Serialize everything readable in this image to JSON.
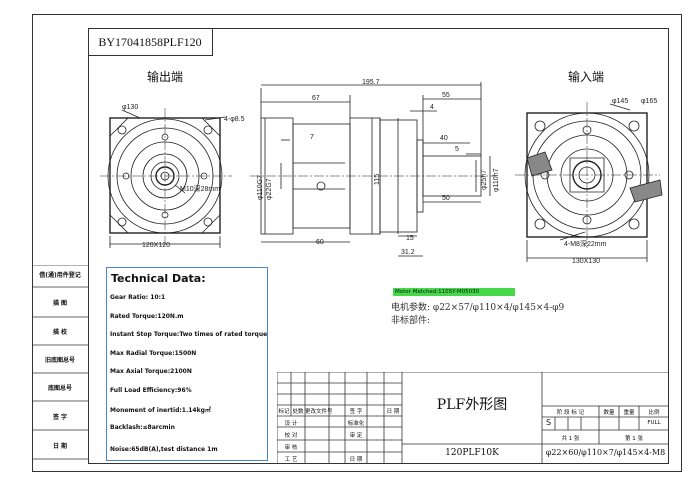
{
  "drawing_number": "BY17041858PLF120",
  "views": {
    "output_label": "输出端",
    "input_label": "输入端"
  },
  "dims": {
    "phi130": "φ130",
    "hole85": "4-φ8.5",
    "m10": "M10深28mm",
    "sq120": "120X120",
    "d195": "195.7",
    "d67": "67",
    "d7": "7",
    "d60": "60",
    "d22g7": "φ22G7",
    "d110g7": "φ110G7",
    "d115": "115",
    "d55": "55",
    "d4": "4",
    "d40": "40",
    "d5": "5",
    "d50": "50",
    "d15": "15",
    "d312": "31.2",
    "d25h7": "φ25h7",
    "d110h7": "φ110h7",
    "phi145": "φ145",
    "phi165": "φ165",
    "m8": "4-M8深22mm",
    "sq130": "130X130"
  },
  "left_column": [
    "借(通)用件登记",
    "描 图",
    "描 校",
    "旧底图总号",
    "底图总号",
    "签 字",
    "日 期"
  ],
  "tech": {
    "title": "Technical Data:",
    "rows": [
      "Gear Ratio:  10:1",
      "Rated Torque:120N.m",
      "Instant Stop Torque:Two times of rated torque",
      "Max Radial Torque:1500N",
      "Max Axial Torque:2100N",
      "Full Load Efficiency:96%",
      "Monement of inertid:1.14kg㎡",
      "Backlash:≤8arcmin",
      "Noise:65dB(A),test distance 1m"
    ]
  },
  "motor": "Motor Matched:110SY-M05030",
  "params": "电机参数: φ22×57/φ110×4/φ145×4-φ9",
  "nonstd": "非标部件:",
  "title_block": {
    "name": "PLF外形图",
    "model": "120PLF10K",
    "spec": "φ22×60/φ110×7/φ145×4-M8",
    "headers": [
      "标记",
      "处数",
      "更改文件号",
      "签 字",
      "日 期"
    ],
    "roles": [
      "设 计",
      "校 对",
      "审 核",
      "工 艺"
    ],
    "roles2": [
      "标准化",
      "审 定",
      "日 期"
    ],
    "stage_hdr": [
      "阶 段 标 记",
      "数量",
      "重量",
      "比例"
    ],
    "stage": "S",
    "scale": "FULL",
    "sheets": "共  1  张",
    "sheet_no": "第  1  张"
  }
}
